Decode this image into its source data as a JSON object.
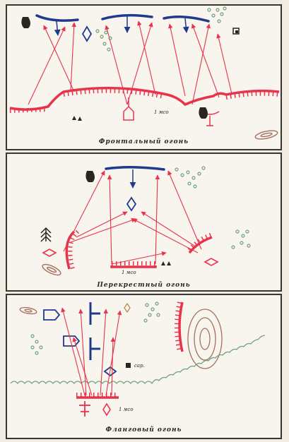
{
  "panels": {
    "frontal": {
      "caption": "Фронтальный огонь",
      "distance": "1 мсо"
    },
    "crossfire": {
      "caption": "Перекрестный огонь",
      "distance": "1 мсо"
    },
    "flanking": {
      "caption": "Фланговый огонь",
      "distance": "1 мсо",
      "marker": "сар."
    }
  },
  "colors": {
    "friendly": "#e8334a",
    "enemy": "#1f3a8c",
    "terrain": "#6f9f7e",
    "contour": "#a2705a",
    "ink": "#2a2520"
  }
}
